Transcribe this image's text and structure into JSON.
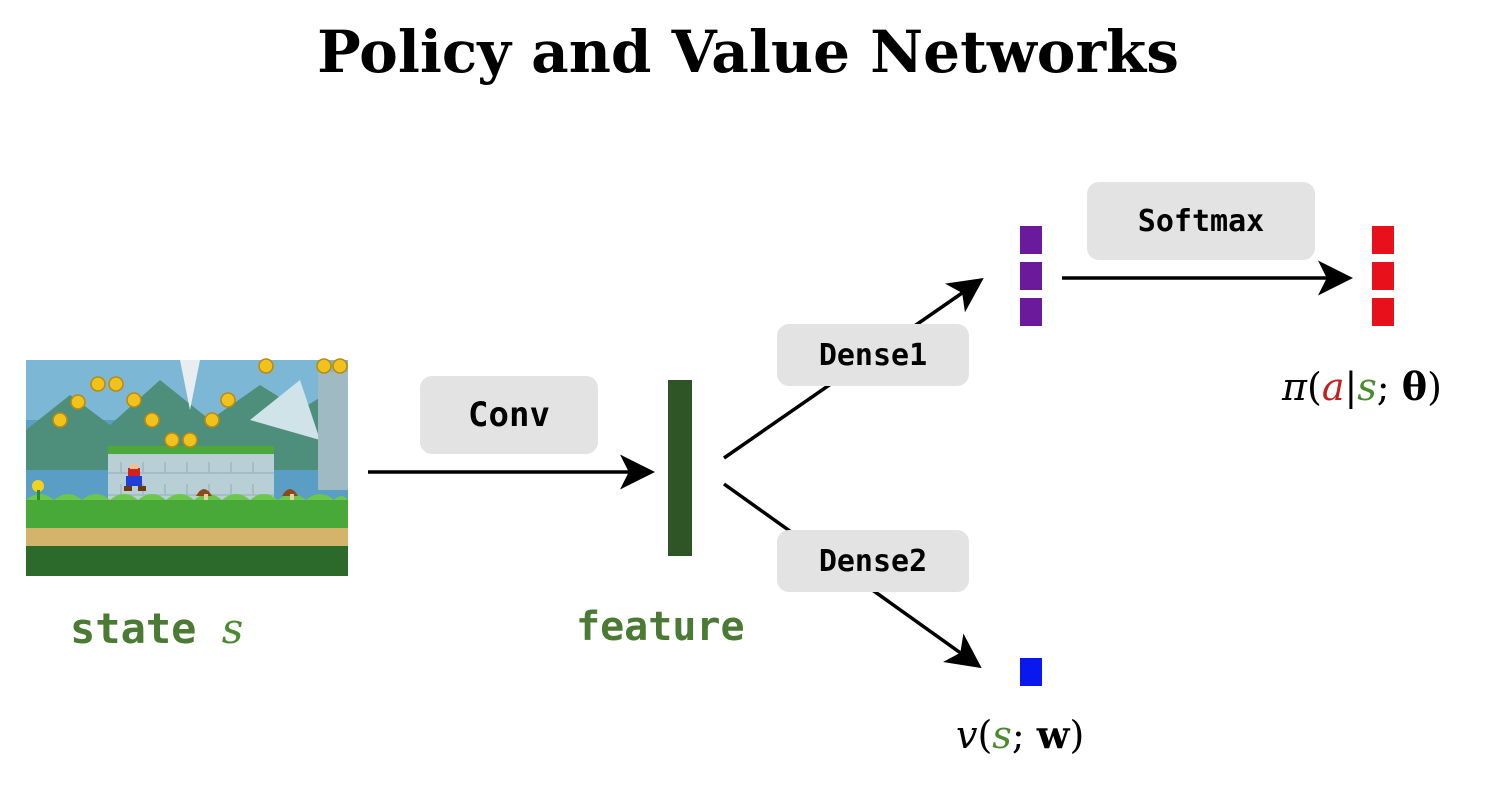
{
  "title": "Policy and Value Networks",
  "state_label": {
    "text": "state",
    "symbol": "s"
  },
  "feature_label": "feature",
  "layers": {
    "conv": "Conv",
    "dense1": "Dense1",
    "dense2": "Dense2",
    "softmax": "Softmax"
  },
  "policy_output": {
    "fn": "π",
    "open": "(",
    "action": "a",
    "bar": "|",
    "state": "s",
    "sep": ";",
    "param": "θ",
    "close": ")"
  },
  "value_output": {
    "fn": "v",
    "open": "(",
    "state": "s",
    "sep": ";",
    "param": "w",
    "close": ")"
  },
  "colors": {
    "feature_bar": "#2f5426",
    "dense1_output": "#6a1a9a",
    "softmax_output": "#e8101a",
    "value_output": "#0a18f0",
    "label_green": "#4a7a33",
    "pill_bg": "#e3e3e3"
  }
}
